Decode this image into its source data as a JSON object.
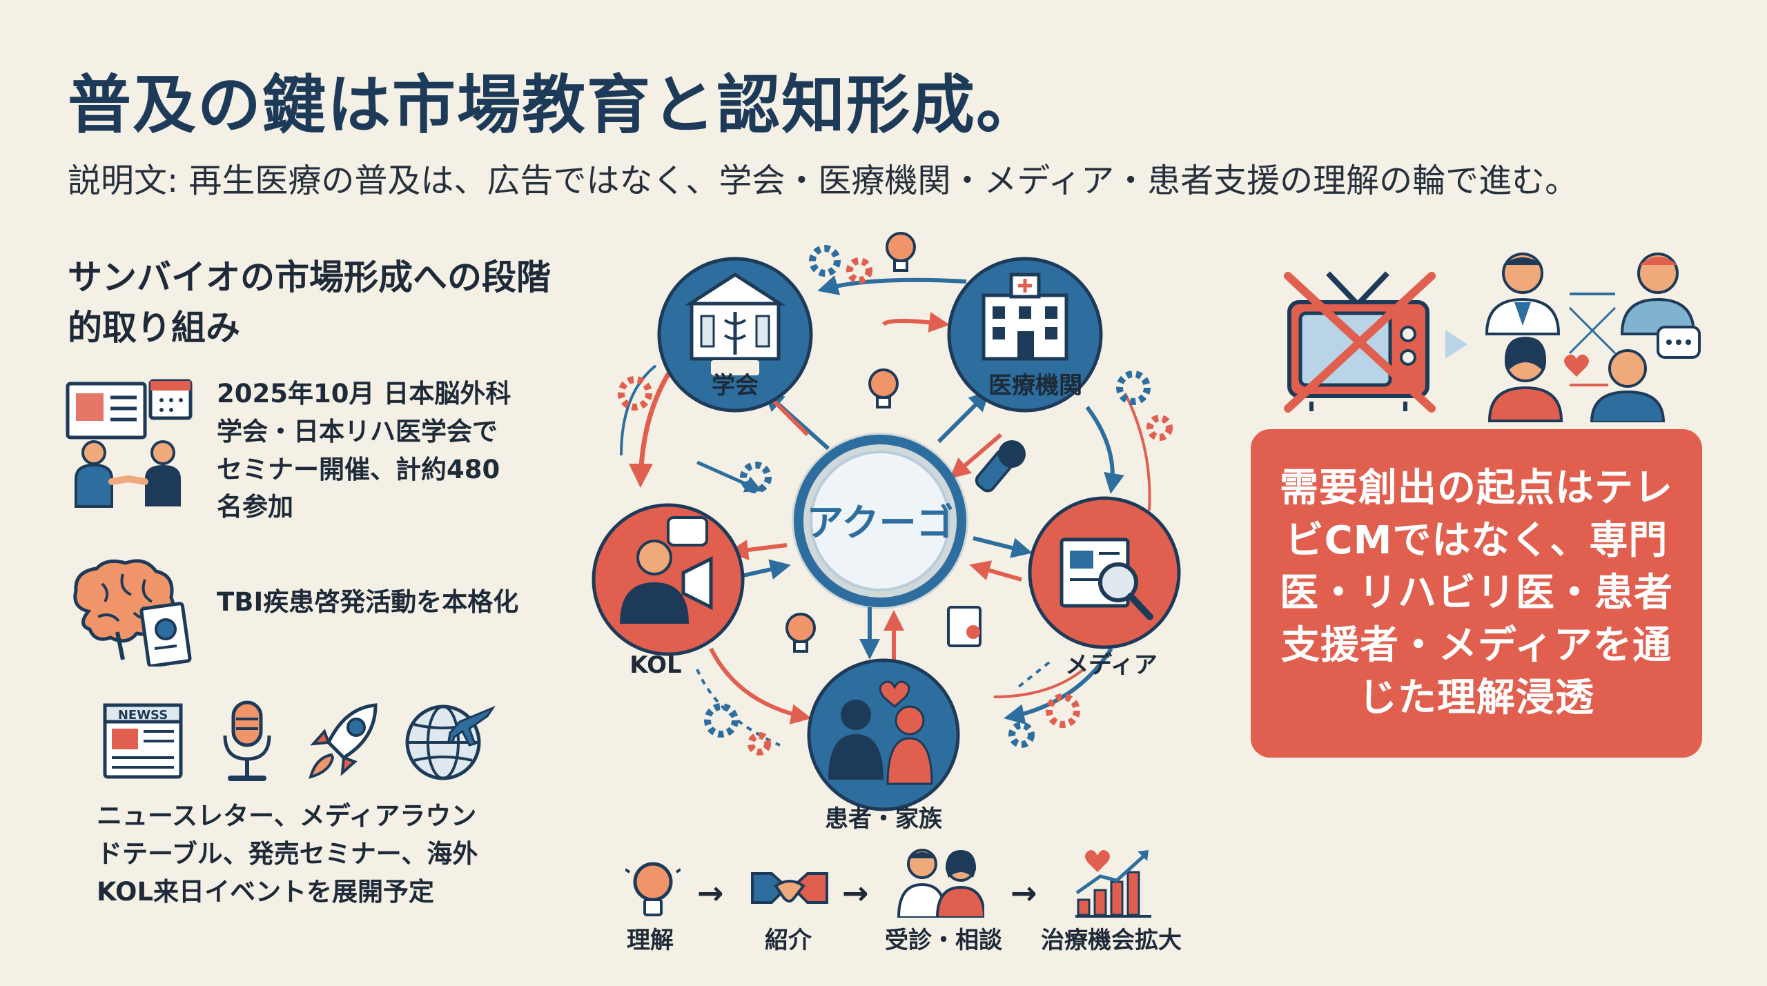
{
  "title": "普及の鍵は市場教育と認知形成。",
  "subtitle": "説明文: 再生医療の普及は、広告ではなく、学会・医療機関・メディア・患者支援の理解の輪で進む。",
  "left_panel": {
    "heading": "サンバイオの市場形成への段階的取り組み",
    "step1_text": "2025年10月 日本脳外科学会・日本リハ医学会でセミナー開催、計約480名参加",
    "step2_text": "TBI疾患啓発活動を本格化",
    "step3_text": "ニュースレター、メディアラウンドテーブル、発売セミナー、海外KOL来日イベントを展開予定",
    "newspaper_label": "NEWSS"
  },
  "diagram": {
    "center": "アクーゴ",
    "nodes": {
      "academic": "学会",
      "hospital": "医療機関",
      "media": "メディア",
      "patients": "患者・家族",
      "kol": "KOL"
    }
  },
  "flow": {
    "steps": [
      "理解",
      "紹介",
      "受診・相談",
      "治療機会拡大"
    ]
  },
  "callout": "需要創出の起点はテレビCMではなく、専門医・リハビリ医・患者支援者・メディアを通じた理解浸透",
  "colors": {
    "background": "#f4f0e6",
    "navy": "#1d3b58",
    "blue": "#2d6e9e",
    "red": "#e05f4f",
    "orange": "#f0956a"
  }
}
